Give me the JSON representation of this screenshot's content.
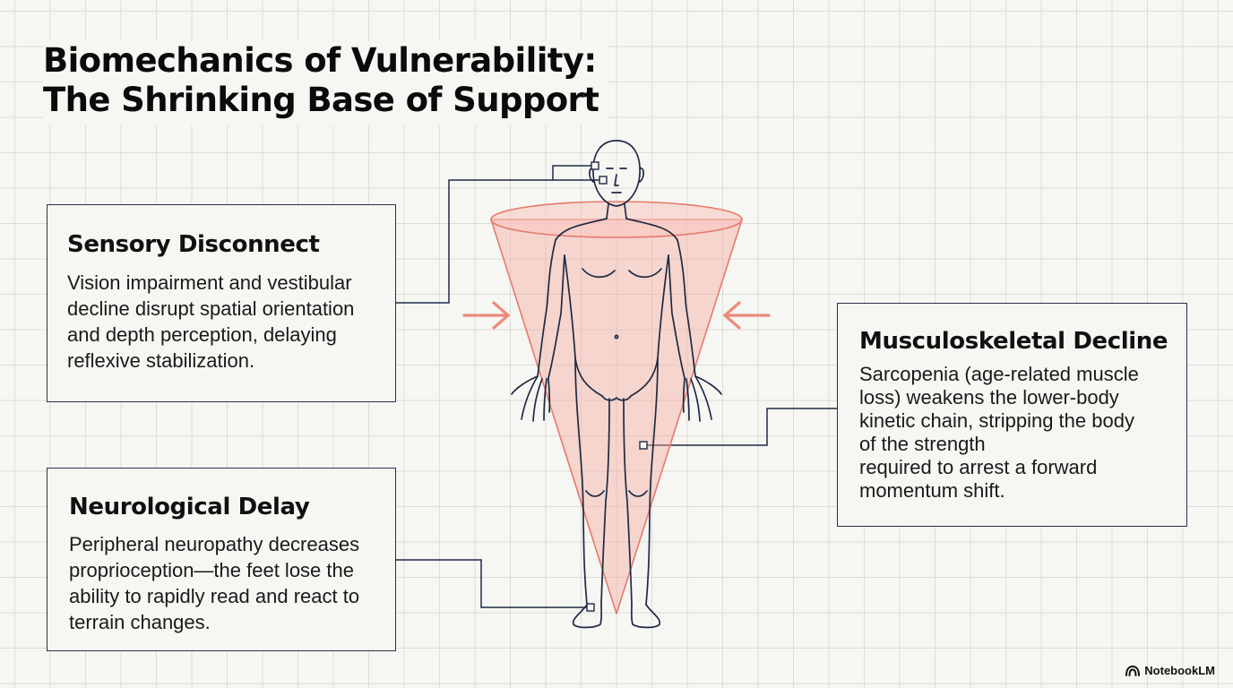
{
  "title": {
    "line1": "Biomechanics of Vulnerability:",
    "line2": "The Shrinking Base of Support"
  },
  "callouts": {
    "sensory": {
      "heading": "Sensory Disconnect",
      "body": "Vision impairment and vestibular decline disrupt spatial orientation and depth perception, delaying reflexive stabilization."
    },
    "neurological": {
      "heading": "Neurological Delay",
      "body": "Peripheral neuropathy decreases proprioception—the feet lose the ability to rapidly read and react to terrain changes."
    },
    "musculoskeletal": {
      "heading": "Musculoskeletal Decline",
      "body_lines": [
        "Sarcopenia (age-related muscle",
        "loss) weakens the lower-body",
        "kinetic chain, stripping the body",
        "of the strength",
        "required to arrest a forward",
        "momentum shift."
      ]
    }
  },
  "colors": {
    "outline": "#1f2a44",
    "cone_fill": "#f2a79c",
    "cone_stroke": "#e8796a",
    "arrow": "#ee8a7c"
  },
  "icons": {
    "inward_arrows": "arrow-right-icon",
    "brand": "notebooklm-logo-icon"
  },
  "brand": {
    "label": "NotebookLM"
  }
}
